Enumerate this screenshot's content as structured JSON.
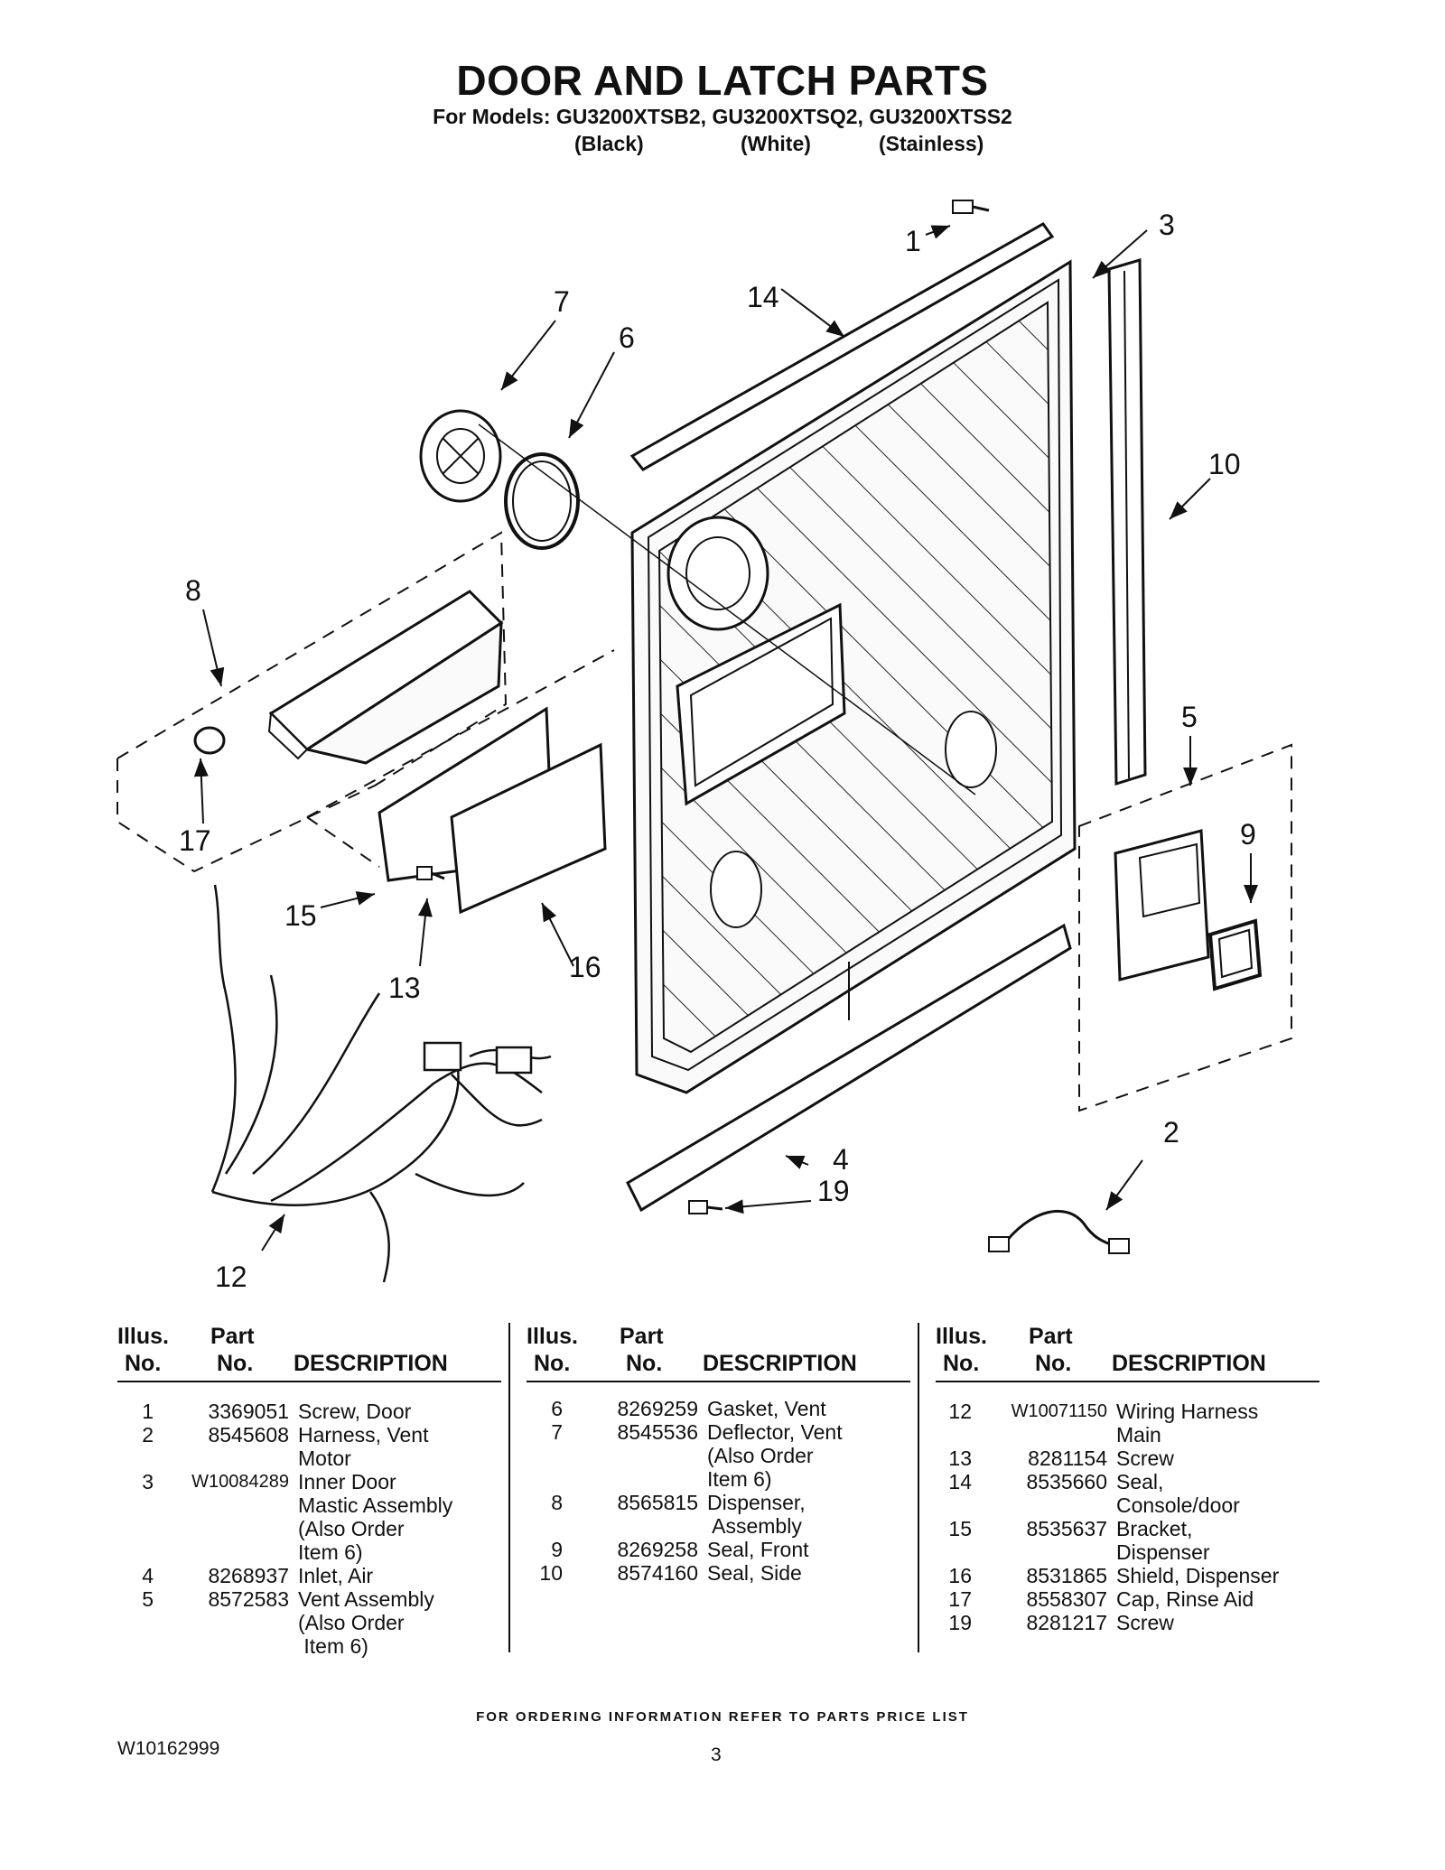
{
  "header": {
    "title": "DOOR AND LATCH PARTS",
    "models_line": "For Models: GU3200XTSB2, GU3200XTSQ2, GU3200XTSS2",
    "color_black": "(Black)",
    "color_white": "(White)",
    "color_stainless": "(Stainless)"
  },
  "diagram": {
    "callouts": [
      "1",
      "2",
      "3",
      "4",
      "5",
      "6",
      "7",
      "8",
      "9",
      "10",
      "12",
      "13",
      "14",
      "15",
      "16",
      "17",
      "19"
    ]
  },
  "table": {
    "header": {
      "illus": "Illus.",
      "no": "No.",
      "part": "Part",
      "part_no": "No.",
      "description": "DESCRIPTION"
    },
    "columns": [
      [
        {
          "no": "1",
          "part": "3369051",
          "desc": "Screw, Door"
        },
        {
          "no": "2",
          "part": "8545608",
          "desc": "Harness, Vent\nMotor"
        },
        {
          "no": "3",
          "part": "W10084289",
          "desc": "Inner Door\nMastic Assembly\n(Also Order\nItem 6)"
        },
        {
          "no": "4",
          "part": "8268937",
          "desc": "Inlet, Air"
        },
        {
          "no": "5",
          "part": "8572583",
          "desc": "Vent Assembly\n(Also Order\n Item 6)"
        }
      ],
      [
        {
          "no": "6",
          "part": "8269259",
          "desc": "Gasket, Vent"
        },
        {
          "no": "7",
          "part": "8545536",
          "desc": "Deflector, Vent\n(Also Order\nItem 6)"
        },
        {
          "no": "8",
          "part": "8565815",
          "desc": "Dispenser,\n Assembly"
        },
        {
          "no": "9",
          "part": "8269258",
          "desc": "Seal, Front"
        },
        {
          "no": "10",
          "part": "8574160",
          "desc": "Seal, Side"
        }
      ],
      [
        {
          "no": "12",
          "part": "W10071150",
          "desc": "Wiring Harness\nMain"
        },
        {
          "no": "13",
          "part": "8281154",
          "desc": "Screw"
        },
        {
          "no": "14",
          "part": "8535660",
          "desc": "Seal,\nConsole/door"
        },
        {
          "no": "15",
          "part": "8535637",
          "desc": "Bracket,\nDispenser"
        },
        {
          "no": "16",
          "part": "8531865",
          "desc": "Shield, Dispenser"
        },
        {
          "no": "17",
          "part": "8558307",
          "desc": "Cap, Rinse Aid"
        },
        {
          "no": "19",
          "part": "8281217",
          "desc": "Screw"
        }
      ]
    ]
  },
  "footer": {
    "ordering_note": "FOR ORDERING INFORMATION REFER TO PARTS PRICE LIST",
    "doc_number": "W10162999",
    "page_number": "3"
  }
}
